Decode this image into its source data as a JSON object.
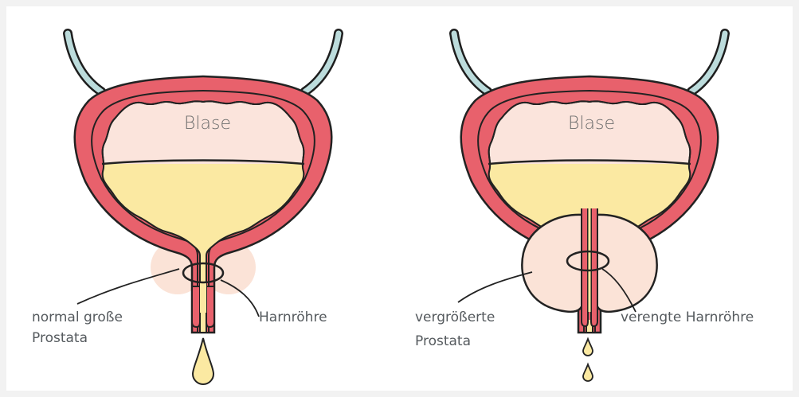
{
  "left_panel": {
    "bladder_label": "Blase",
    "prostate_label_line1": "normal große",
    "prostate_label_line2": "Prostata",
    "urethra_label": "Harnröhre"
  },
  "right_panel": {
    "bladder_label": "Blase",
    "prostate_label_line1": "vergrößerte",
    "prostate_label_line2": "Prostata",
    "urethra_label": "verengte Harnröhre"
  },
  "colors": {
    "bladder_wall": "#e8616c",
    "bladder_inner": "#fbe4dc",
    "urine": "#fbe9a2",
    "ureter": "#bcdcdc",
    "prostate": "#fbe3d7",
    "outline": "#222222"
  }
}
